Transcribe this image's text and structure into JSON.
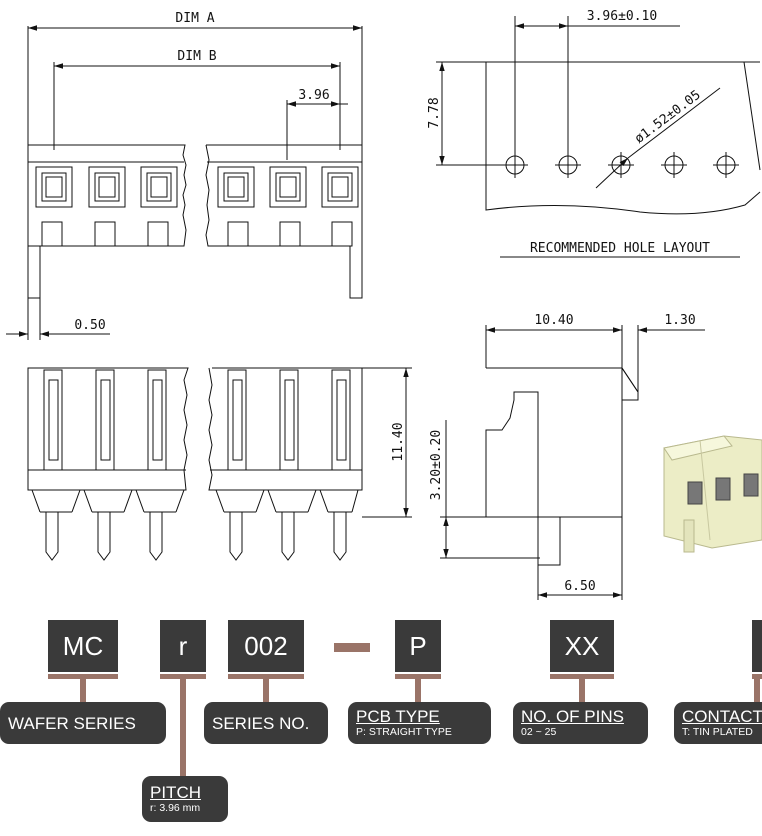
{
  "dims": {
    "dim_a": "DIM  A",
    "dim_b": "DIM  B",
    "pitch_top": "3.96",
    "pitch_tol": "3.96±0.10",
    "hole_height": "7.78",
    "hole_dia": "ø1.52±0.05",
    "pin_width": "0.50",
    "body_height": "11.40",
    "side_depth": "10.40",
    "side_step": "1.30",
    "pin_len": "3.20±0.20",
    "pin_offset": "6.50"
  },
  "layout_title": "RECOMMENDED  HOLE  LAYOUT",
  "code": {
    "series": "MC",
    "pitch": "r",
    "series_no": "002",
    "pcb": "P",
    "pins": "XX"
  },
  "labels": {
    "wafer_series": "WAFER SERIES",
    "series_no": "SERIES NO.",
    "pcb_title": "PCB TYPE",
    "pcb_sub": "P: STRAIGHT TYPE",
    "pins_title": "NO. OF PINS",
    "pins_sub": "02 ~ 25",
    "contact_title": "CONTACT",
    "contact_sub": "T: TIN PLATED",
    "pitch_title": "PITCH",
    "pitch_sub": "r: 3.96 mm"
  },
  "colors": {
    "box": "#3a3a3a",
    "connector_bar": "#9a7468",
    "render_body": "#ecedc6"
  }
}
